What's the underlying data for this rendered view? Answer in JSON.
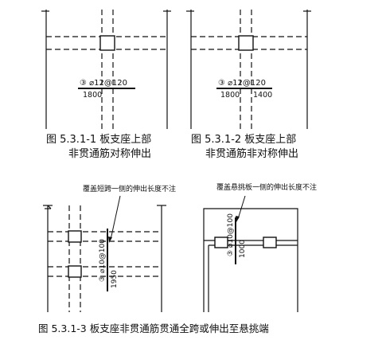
{
  "figures": {
    "fig1": {
      "caption_line1": "图 5.3.1-1 板支座上部",
      "caption_line2": "非贯通筋对称伸出",
      "rebar_label": "③ ⌀12@120",
      "length_left": "1800"
    },
    "fig2": {
      "caption_line1": "图 5.3.1-2 板支座上部",
      "caption_line2": "非贯通筋非对称伸出",
      "rebar_label": "③ ⌀12@120",
      "length_left": "1800",
      "length_right": "1400"
    },
    "fig3": {
      "note": "覆盖短跨一侧的伸出长度不注",
      "rebar_label": "③ ⌀10@100",
      "length": "1950"
    },
    "fig4": {
      "note": "覆盖悬挑板一侧的伸出长度不注",
      "rebar_label": "③ ⌀10@100",
      "length": "1000"
    },
    "bottom_caption": "图 5.3.1-3 板支座非贯通筋贯通全跨或伸出至悬挑端"
  }
}
